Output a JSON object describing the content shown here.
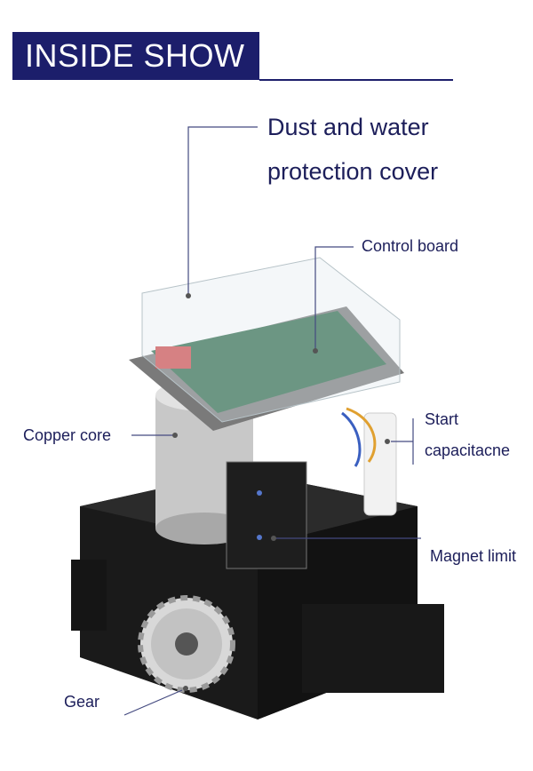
{
  "banner": {
    "title": "INSIDE SHOW"
  },
  "labels": {
    "cover_line1": "Dust and water",
    "cover_line2": "protection cover",
    "control_board": "Control board",
    "copper_core": "Copper core",
    "start_line1": "Start",
    "start_line2": "capacitacne",
    "magnet_limit": "Magnet limit",
    "gear": "Gear"
  },
  "colors": {
    "banner": "#1c1e6b",
    "text": "#1c1e5a",
    "leader": "#444a80"
  }
}
